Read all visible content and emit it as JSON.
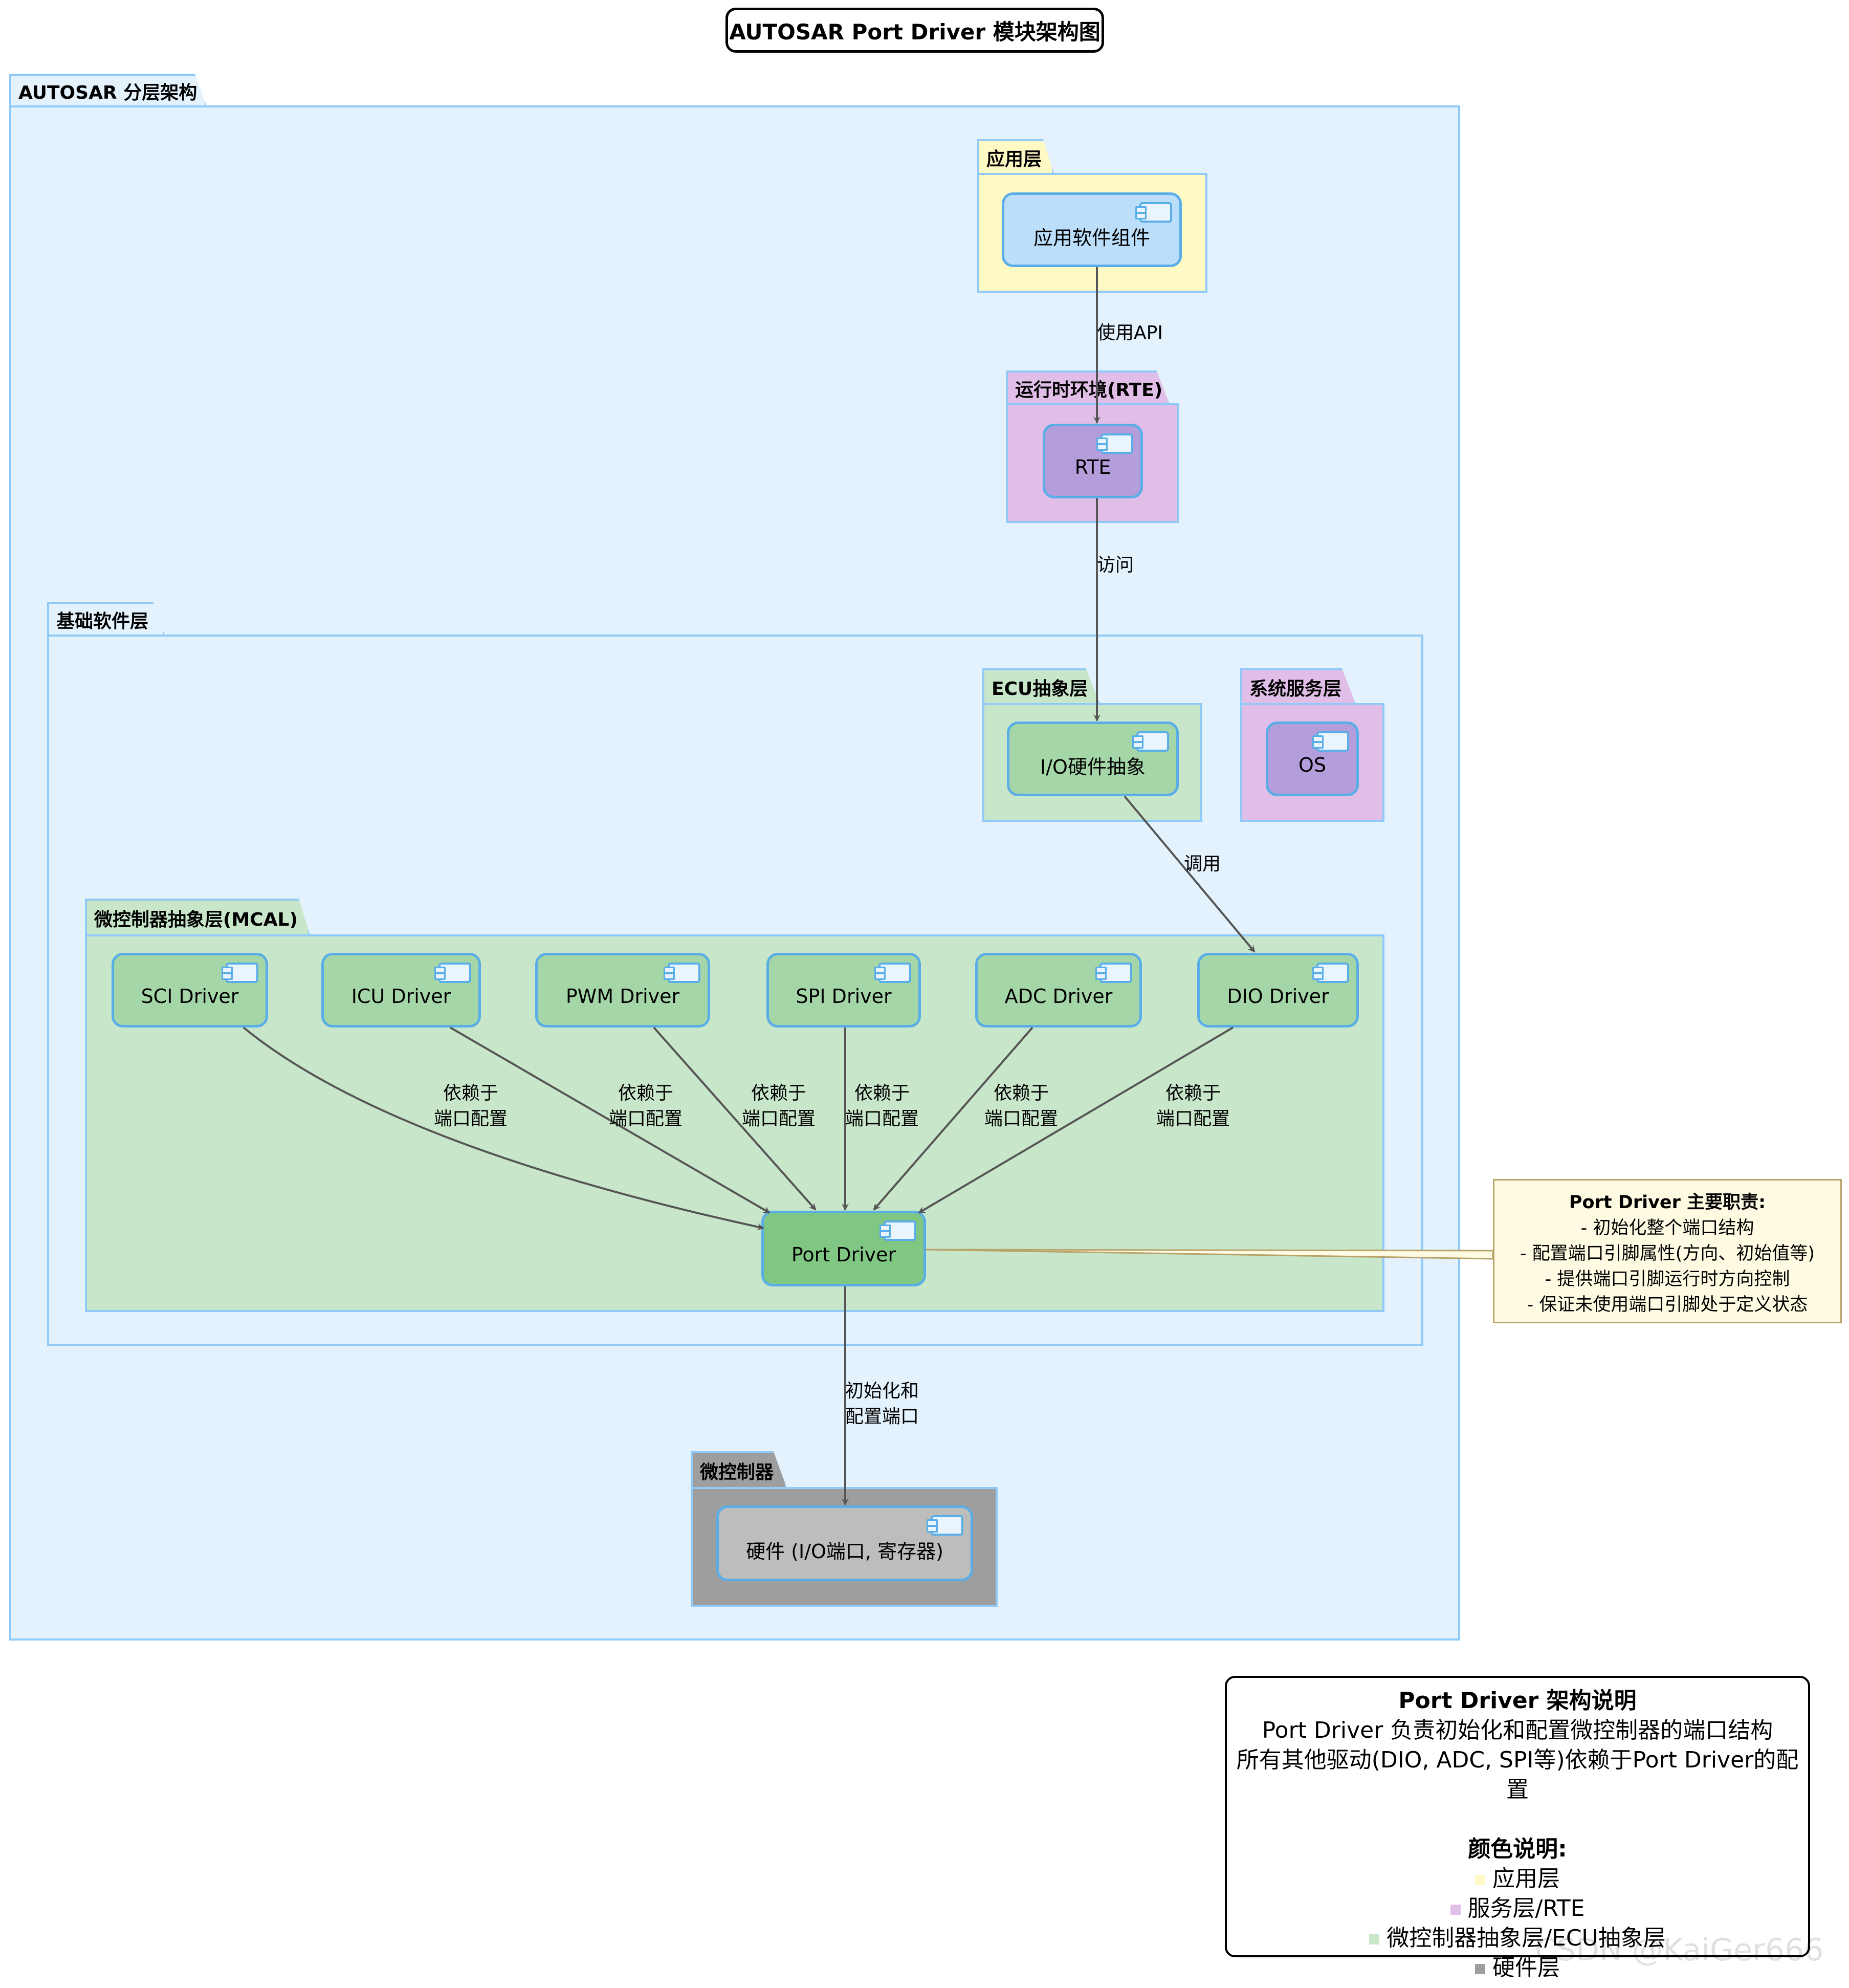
{
  "title": "AUTOSAR Port Driver 模块架构图",
  "outer_package": "AUTOSAR 分层架构",
  "packages": {
    "app_layer": "应用层",
    "rte_layer": "运行时环境(RTE)",
    "bsw": "基础软件层",
    "ecu_abstraction": "ECU抽象层",
    "system_services": "系统服务层",
    "mcal": "微控制器抽象层(MCAL)",
    "microcontroller": "微控制器"
  },
  "components": {
    "app_component": "应用软件组件",
    "rte": "RTE",
    "io_hw_abstraction": "I/O硬件抽象",
    "os": "OS",
    "sci": "SCI Driver",
    "icu": "ICU Driver",
    "pwm": "PWM Driver",
    "spi": "SPI Driver",
    "adc": "ADC Driver",
    "dio": "DIO Driver",
    "port": "Port Driver",
    "hardware": "硬件 (I/O端口, 寄存器)"
  },
  "edges": {
    "use_api": "使用API",
    "access": "访问",
    "call": "调用",
    "depends_line1": "依赖于",
    "depends_line2": "端口配置",
    "init_line1": "初始化和",
    "init_line2": "配置端口"
  },
  "note": {
    "title": "Port Driver 主要职责:",
    "lines": [
      "- 初始化整个端口结构",
      "- 配置端口引脚属性(方向、初始值等)",
      "- 提供端口引脚运行时方向控制",
      "- 保证未使用端口引脚处于定义状态"
    ]
  },
  "legend": {
    "title": "Port Driver 架构说明",
    "line1": "Port Driver 负责初始化和配置微控制器的端口结构",
    "line2": "所有其他驱动(DIO, ADC, SPI等)依赖于Port Driver的配置",
    "color_title": "颜色说明:",
    "items": [
      {
        "label": "应用层",
        "color": "#fef9c8"
      },
      {
        "label": "服务层/RTE",
        "color": "#e0c0e8"
      },
      {
        "label": "微控制器抽象层/ECU抽象层",
        "color": "#c8e6c9"
      },
      {
        "label": "硬件层",
        "color": "#9e9e9e"
      }
    ]
  },
  "colors": {
    "outer_fill": "#e3f2fd",
    "outer_border": "#90caf9",
    "app_fill": "#fff9c4",
    "service_fill": "#e1bee7",
    "service_comp": "#b39ddb",
    "mcal_fill": "#c8e6c9",
    "driver_fill": "#a5d6a7",
    "port_fill": "#81c784",
    "hw_fill": "#9e9e9e",
    "hw_comp": "#bdbdbd",
    "app_comp": "#bbdefb",
    "arrow": "#555555"
  },
  "watermark": "CSDN @KaiGer666"
}
